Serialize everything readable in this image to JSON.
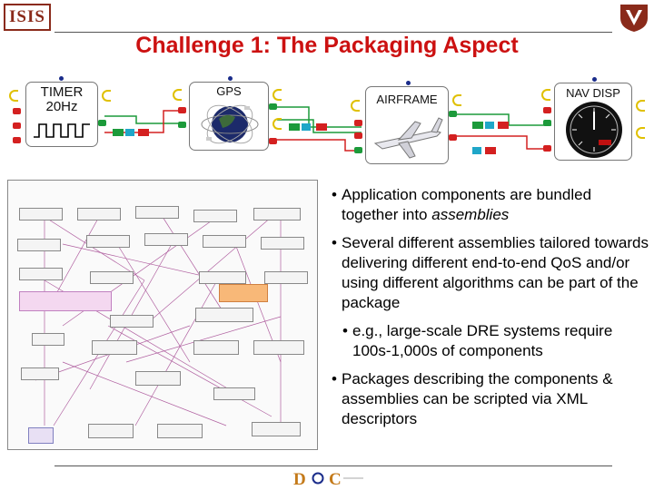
{
  "header": {
    "left_logo_text": "ISIS",
    "title": "Challenge 1: The Packaging Aspect"
  },
  "components": {
    "timer": {
      "line1": "TIMER",
      "line2": "20Hz"
    },
    "gps": {
      "label": "GPS"
    },
    "airframe": {
      "label": "AIRFRAME"
    },
    "nav_disp": {
      "label": "NAV DISP"
    }
  },
  "bullets": {
    "b1_plain": "Application components are bundled together into ",
    "b1_emph": "assemblies",
    "b2": "Several different assemblies tailored towards delivering different end-to-end QoS and/or using different algorithms can be part of the package",
    "b3": "e.g., large-scale DRE systems require 100s-1,000s of components",
    "b4": "Packages describing the components & assemblies can be scripted via XML descriptors"
  },
  "footer": {
    "logo_text": "DOC"
  },
  "colors": {
    "title": "#cc1111",
    "pin_red": "#d42020",
    "pin_green": "#1c9a3a",
    "port_yellow": "#e0c000",
    "isis_maroon": "#8a2a1a"
  }
}
